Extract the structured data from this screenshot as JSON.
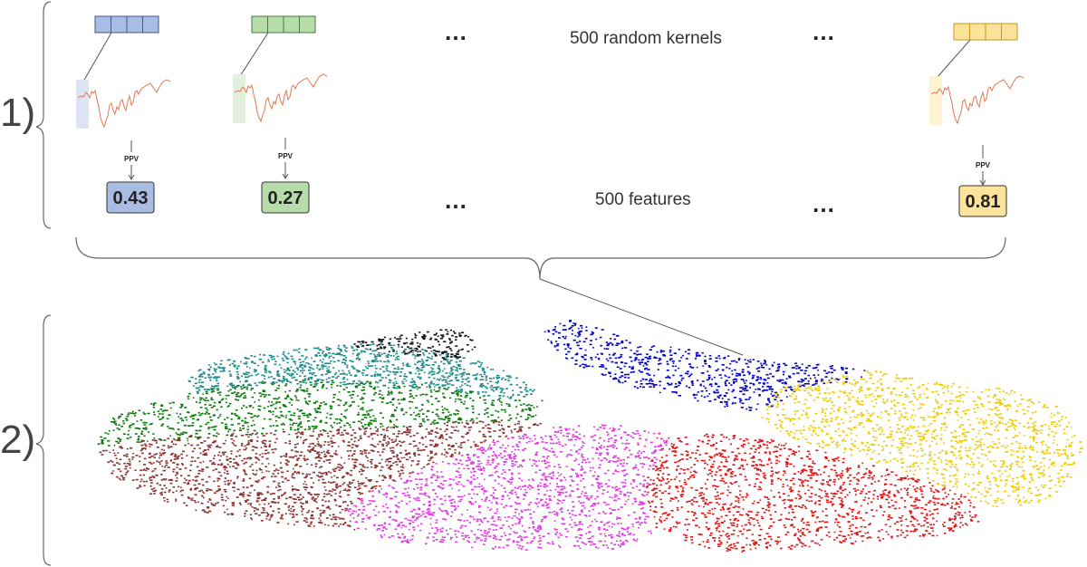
{
  "section_labels": {
    "step1": "1)",
    "step2": "2)"
  },
  "captions": {
    "kernels": "500 random kernels",
    "features": "500 features"
  },
  "ellipsis": "…",
  "feature_label": "PPV",
  "kernels": [
    {
      "value": "0.43",
      "color": "#a9bde3",
      "border": "#3d5a99",
      "window": "#dce4f4"
    },
    {
      "value": "0.27",
      "color": "#b7dcaa",
      "border": "#3f7d3a",
      "window": "#e3f0dd"
    },
    {
      "value": "0.81",
      "color": "#fbe39a",
      "border": "#c7961c",
      "window": "#fdf2d2"
    }
  ],
  "cluster_colors": {
    "blue": "#0000cc",
    "yellow": "#f2cc00",
    "red": "#e31414",
    "magenta": "#e33be3",
    "brown": "#8b3333",
    "green": "#0a7a0a",
    "teal": "#1f8c8c",
    "black": "#111111"
  }
}
